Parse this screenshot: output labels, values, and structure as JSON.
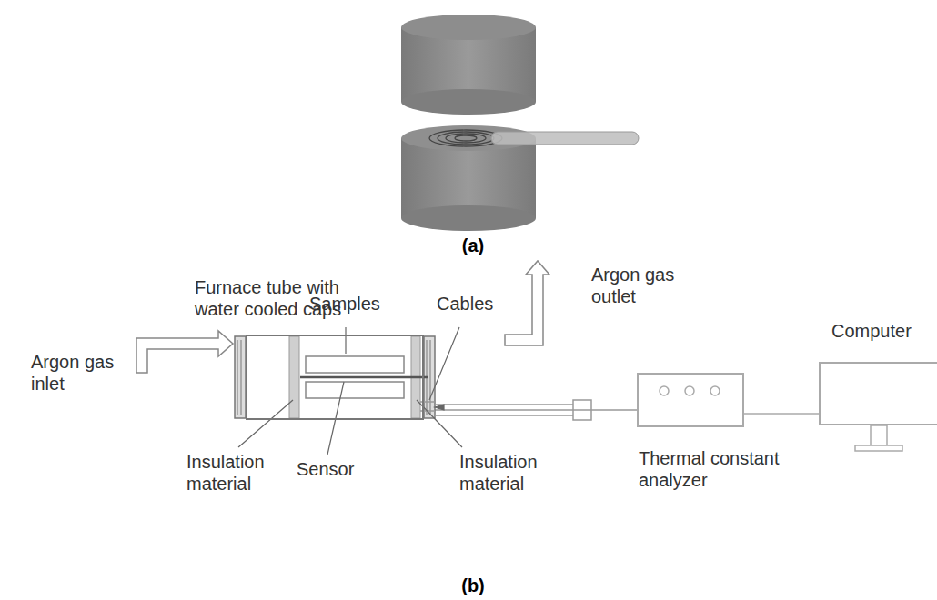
{
  "diagram": {
    "nodes": [
      {
        "text": [
          "Furnace tube with water cooled caps"
        ]
      },
      {
        "text": [
          "Thermal constant analyzer"
        ]
      },
      {
        "text": [
          "Computer"
        ]
      }
    ],
    "edges": [
      {
        "from": 0,
        "to": 1,
        "arrow": "none"
      },
      {
        "from": 1,
        "to": 2,
        "arrow": "none"
      }
    ],
    "labels": [
      "(a)",
      "Argon gas inlet",
      "Samples",
      "Cables",
      "Argon gas outlet",
      "Insulation material",
      "Sensor",
      "Insulation material",
      "(b)"
    ]
  }
}
